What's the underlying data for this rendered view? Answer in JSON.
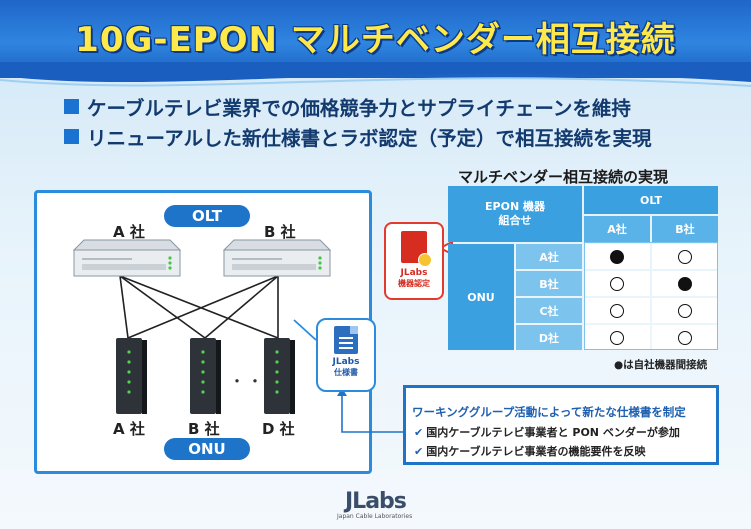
{
  "title": "10G-EPON マルチベンダー相互接続",
  "bullets": [
    "ケーブルテレビ業界での価格競争力とサプライチェーンを維持",
    "リニューアルした新仕様書とラボ認定（予定）で相互接続を実現"
  ],
  "network": {
    "olt_label": "OLT",
    "onu_label": "ONU",
    "olt_companies": [
      "A 社",
      "B 社"
    ],
    "onu_companies": [
      "A 社",
      "B 社",
      "D 社"
    ],
    "ellipsis": "・・・",
    "spec_icon": {
      "line1": "JLabs",
      "line2": "仕様書"
    }
  },
  "matrix": {
    "title": "マルチベンダー相互接続の実現",
    "corner_header": "EPON 機器\n組合せ",
    "col_group": "OLT",
    "columns": [
      "A社",
      "B社"
    ],
    "row_group": "ONU",
    "rows": [
      {
        "label": "A社",
        "values": [
          "filled",
          "open"
        ]
      },
      {
        "label": "B社",
        "values": [
          "open",
          "filled"
        ]
      },
      {
        "label": "C社",
        "values": [
          "open",
          "open"
        ]
      },
      {
        "label": "D社",
        "values": [
          "open",
          "open"
        ]
      }
    ],
    "legend": "●は自社機器間接続",
    "cert_icon": {
      "line1": "JLabs",
      "line2": "機器認定"
    }
  },
  "working_group": {
    "title": "ワーキンググループ活動によって新たな仕様書を制定",
    "items": [
      "国内ケーブルテレビ事業者と PON ベンダーが参加",
      "国内ケーブルテレビ事業者の機能要件を反映"
    ]
  },
  "logo": {
    "text": "JLabs",
    "sub": "Japan Cable Laboratories"
  },
  "colors": {
    "accent": "#1e74c9",
    "title_text": "#ffe94a",
    "cert_red": "#d62d20"
  }
}
